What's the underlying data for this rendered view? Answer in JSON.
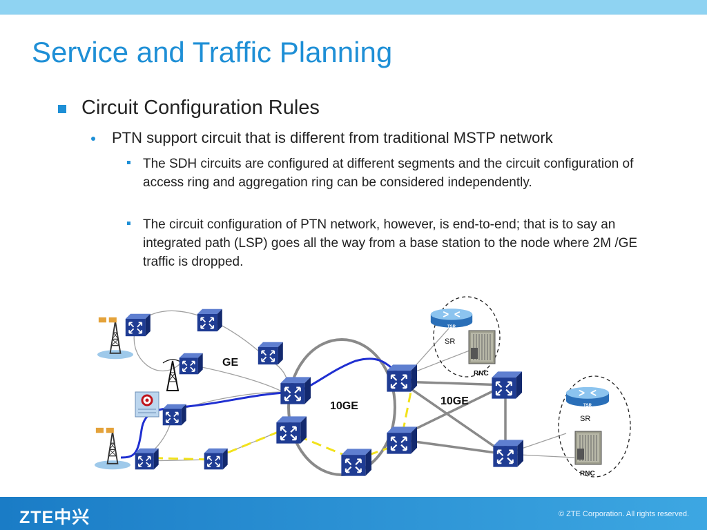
{
  "header": {
    "title": "Service and Traffic Planning"
  },
  "content": {
    "heading": "Circuit Configuration Rules",
    "subheading": "PTN support circuit that is different from traditional MSTP network",
    "points": [
      "The SDH circuits are configured at different segments and the circuit configuration of access ring and aggregation ring can be considered independently.",
      "The circuit configuration of PTN network, however, is end-to-end; that is to say an integrated path (LSP) goes all the way from a base station to the node where 2M /GE traffic is dropped."
    ]
  },
  "diagram": {
    "labels": {
      "ge": "GE",
      "ring_10ge_left": "10GE",
      "ring_10ge_right": "10GE",
      "sr_top": "SR",
      "rnc_top": "RNC",
      "sr_bottom": "SR",
      "rnc_bottom": "RNC",
      "tsr": "TSR"
    },
    "colors": {
      "lsp_path": "#1f2fd1",
      "backup_path": "#f2e21b",
      "switch": "#1f3c93",
      "ring_line": "#8a8a8a"
    }
  },
  "footer": {
    "logo": "ZTE中兴",
    "copyright": "© ZTE Corporation. All rights reserved."
  }
}
